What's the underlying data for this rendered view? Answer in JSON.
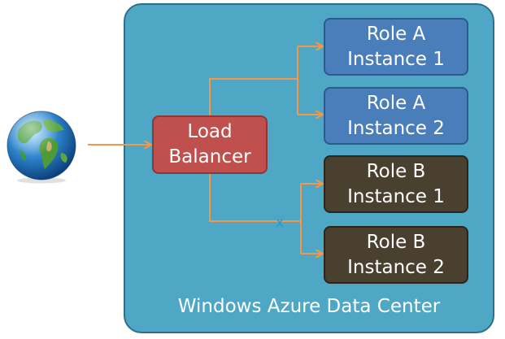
{
  "datacenter": {
    "label": "Windows Azure Data Center"
  },
  "load_balancer": {
    "line1": "Load",
    "line2": "Balancer"
  },
  "instances": [
    {
      "line1": "Role A",
      "line2": "Instance 1",
      "color": "#4a7ebb"
    },
    {
      "line1": "Role A",
      "line2": "Instance 2",
      "color": "#4a7ebb"
    },
    {
      "line1": "Role B",
      "line2": "Instance 1",
      "color": "#4a4030"
    },
    {
      "line1": "Role B",
      "line2": "Instance 2",
      "color": "#4a4030"
    }
  ],
  "blocked_marker": "x",
  "colors": {
    "arrow": "#f79646",
    "datacenter": "#4fa7c6",
    "load_balancer": "#c0504d",
    "blocked_marker": "#1f9bd6"
  },
  "icons": {
    "internet": "globe-icon"
  }
}
